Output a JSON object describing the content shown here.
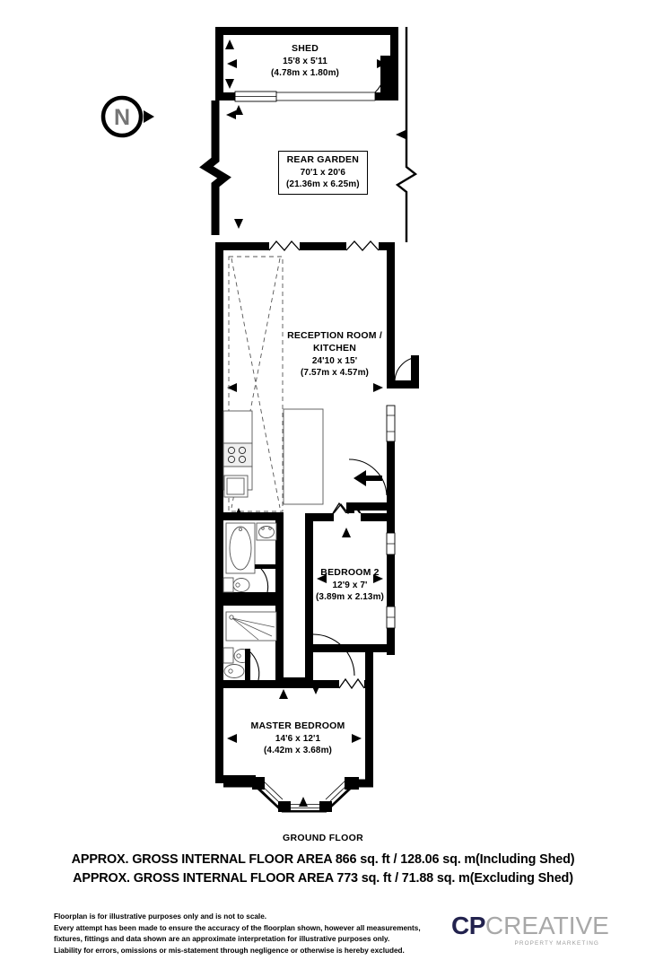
{
  "document": {
    "type": "floorplan",
    "floor_caption": "GROUND FLOOR"
  },
  "compass": {
    "label": "N",
    "icon": "north-compass-icon",
    "pointer": "triangle-right"
  },
  "rooms": [
    {
      "id": "shed",
      "name": "SHED",
      "dim_imperial": "15'8 x 5'11",
      "dim_metric": "(4.78m x 1.80m)",
      "boxed": false
    },
    {
      "id": "rear-garden",
      "name": "REAR GARDEN",
      "dim_imperial": "70'1 x 20'6",
      "dim_metric": "(21.36m x 6.25m)",
      "boxed": true
    },
    {
      "id": "reception-kitchen",
      "name": "RECEPTION ROOM /",
      "name2": "KITCHEN",
      "dim_imperial": "24'10 x 15'",
      "dim_metric": "(7.57m x 4.57m)",
      "boxed": false
    },
    {
      "id": "bedroom-2",
      "name": "BEDROOM 2",
      "dim_imperial": "12'9 x 7'",
      "dim_metric": "(3.89m x 2.13m)",
      "boxed": false
    },
    {
      "id": "master-bedroom",
      "name": "MASTER BEDROOM",
      "dim_imperial": "14'6 x 12'1",
      "dim_metric": "(4.42m x 3.68m)",
      "boxed": false
    }
  ],
  "areas": {
    "line1": "APPROX. GROSS INTERNAL FLOOR AREA 866 sq. ft / 128.06 sq. m(Including Shed)",
    "line2": "APPROX. GROSS INTERNAL FLOOR AREA 773 sq. ft / 71.88 sq. m(Excluding Shed)"
  },
  "disclaimer": {
    "line1": "Floorplan is for illustrative purposes only and is not to scale.",
    "line2": "Every attempt has been made to ensure the accuracy of the floorplan shown, however all measurements,",
    "line3": "fixtures, fittings and data shown are an approximate interpretation for illustrative purposes only.",
    "line4": "Liability for errors, omissions or mis-statement through negligence or otherwise is hereby excluded."
  },
  "logo": {
    "part1": "CP",
    "part2": "CREATIVE",
    "tagline": "PROPERTY MARKETING",
    "color_primary": "#22224e",
    "color_secondary": "#a8a8a8"
  },
  "fixtures": [
    {
      "id": "hob",
      "name": "kitchen-hob-icon"
    },
    {
      "id": "sink",
      "name": "kitchen-sink-icon"
    },
    {
      "id": "island",
      "name": "kitchen-island-icon"
    },
    {
      "id": "bathtub",
      "name": "bathtub-icon"
    },
    {
      "id": "basin-1",
      "name": "wash-basin-icon"
    },
    {
      "id": "wc-1",
      "name": "toilet-icon"
    },
    {
      "id": "shower",
      "name": "shower-tray-icon"
    },
    {
      "id": "wc-2",
      "name": "toilet-icon"
    },
    {
      "id": "basin-2",
      "name": "wash-basin-icon"
    }
  ],
  "style": {
    "wall_color": "#000000",
    "line_color": "#000000",
    "fixture_stroke": "#6f6f6f",
    "background": "#ffffff"
  }
}
